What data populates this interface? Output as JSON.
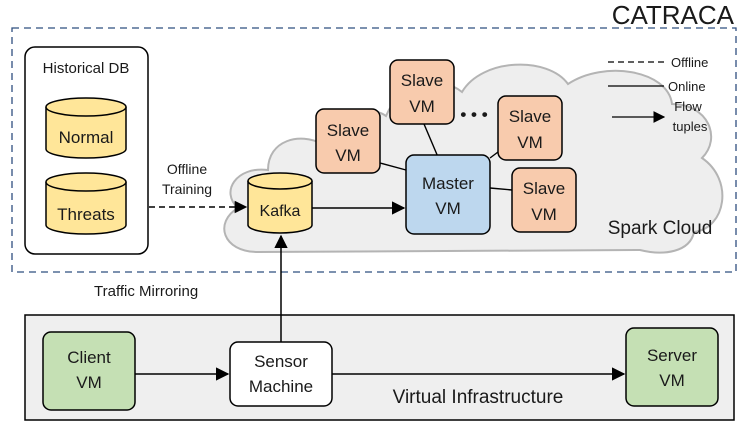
{
  "title": "CATRACA",
  "historical_db": {
    "label": "Historical DB",
    "normal": "Normal",
    "threats": "Threats"
  },
  "offline_training": [
    "Offline",
    "Training"
  ],
  "kafka": "Kafka",
  "spark_cloud": {
    "label": "Spark Cloud",
    "master": [
      "Master",
      "VM"
    ],
    "slave": [
      "Slave",
      "VM"
    ],
    "ellipsis": "• • •"
  },
  "legend": {
    "offline": "Offline",
    "online": "Online",
    "flow": [
      "Flow",
      "tuples"
    ]
  },
  "traffic_mirroring": "Traffic Mirroring",
  "virtual_infrastructure": {
    "label": "Virtual Infrastructure",
    "client": [
      "Client",
      "VM"
    ],
    "sensor": [
      "Sensor",
      "Machine"
    ],
    "server": [
      "Server",
      "VM"
    ]
  },
  "colors": {
    "slave_fill": "#f8cbad",
    "master_fill": "#bdd7ee",
    "db_fill": "#ffe699",
    "vm_fill": "#c5e0b4",
    "cloud_fill": "#eeeeee",
    "infra_fill": "#efefef",
    "dashed_border": "#2f4f7f"
  }
}
